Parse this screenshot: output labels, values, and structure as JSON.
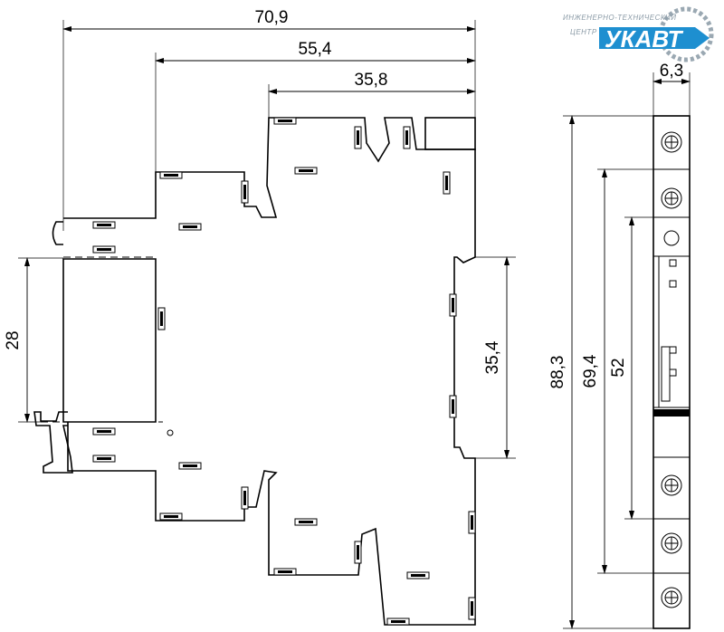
{
  "logo": {
    "line1": "ИНЖЕНЕРНО-ТЕХНИЧЕСКИЙ",
    "line2": "ЦЕНТР",
    "brand": "УКАВТ",
    "accent_color": "#1e8fd0",
    "gear_color": "#9aa8b2"
  },
  "dimensions": {
    "total_length": "70,9",
    "mid_length": "55,4",
    "top_length": "35,8",
    "rail_height": "28",
    "contact_height": "35,4",
    "side_width": "6,3",
    "side_total": "88,3",
    "side_mid": "69,4",
    "side_inner": "52"
  }
}
